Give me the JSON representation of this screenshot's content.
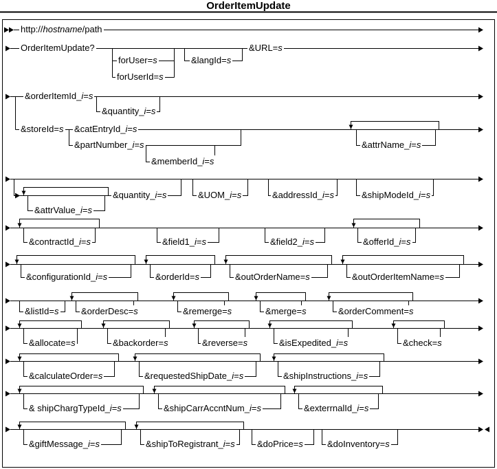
{
  "title": "OrderItemUpdate",
  "params": {
    "httpPath": "http://hostname/path",
    "command": "OrderItemUpdate?",
    "forUser": "forUser=s",
    "forUserId": "forUserId=s",
    "langId": "&langId=s",
    "URL": "&URL=s",
    "orderItemId": "&orderItemId_i=s",
    "quantityA": "&quantity_i=s",
    "storeId": "&storeId=s",
    "catEntryId": "&catEntryId_i=s",
    "partNumber": "&partNumber_i=s",
    "memberId": "&memberId_i=s",
    "attrName": "&attrName_i=s",
    "attrValue": "&attrValue_i=s",
    "quantityB": "&quantity_i=s",
    "UOM": "&UOM_i=s",
    "addressId": "&addressId_i=s",
    "shipModeId": "&shipModeId_i=s",
    "contractId": "&contractId_i=s",
    "field1": "&field1_i=s",
    "field2": "&field2_i=s",
    "offerId": "&offerId_i=s",
    "configurationId": "&configurationId_i=s",
    "orderId": "&orderId=s",
    "outOrderName": "&outOrderName=s",
    "outOrderItemName": "&outOrderItemName=s",
    "listId": "&listId=s",
    "orderDesc": "&orderDesc=s",
    "remerge": "&remerge=s",
    "merge": "&merge=s",
    "orderComment": "&orderComment=s",
    "allocate": "&allocate=s",
    "backorder": "&backorder=s",
    "reverse": "&reverse=s",
    "isExpedited": "&isExpedited_i=s",
    "check": "&check=s",
    "calculateOrder": "&calculateOrder=s",
    "requestedShipDate": "&requestedShipDate_i=s",
    "shipInstructions": "&shipInstructions_i=s",
    "shipChargTypeId": "& shipChargTypeId_i=s",
    "shipCarrAccntNum": "&shipCarrAccntNum_i=s",
    "exterrnalId": "&exterrnalId_i=s",
    "giftMessage": "&giftMessage_i=s",
    "shipToRegistrant": "&shipToRegistrant_i=s",
    "doPrice": "&doPrice=s",
    "doInventory": "&doInventory=s"
  }
}
